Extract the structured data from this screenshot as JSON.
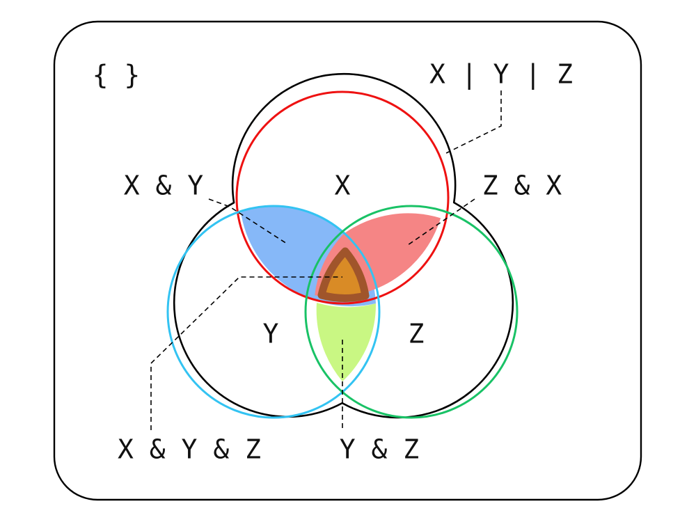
{
  "empty_set_label": "{ }",
  "sets": {
    "x": {
      "label": "X",
      "stroke": "#ee1111"
    },
    "y": {
      "label": "Y",
      "stroke": "#33c3f2"
    },
    "z": {
      "label": "Z",
      "stroke": "#19c266"
    }
  },
  "labels": {
    "union": "X | Y | Z",
    "x_and_y": "X & Y",
    "z_and_x": "Z & X",
    "x_and_y_and_z": "X & Y & Z",
    "y_and_z": "Y & Z"
  },
  "colors": {
    "x_and_y_fill": "#86b8f8",
    "z_and_x_fill": "#f58585",
    "y_and_z_fill": "#c9f783",
    "triple_fill": "#d98b26",
    "triple_border": "#a0552b",
    "outline": "#000000"
  }
}
